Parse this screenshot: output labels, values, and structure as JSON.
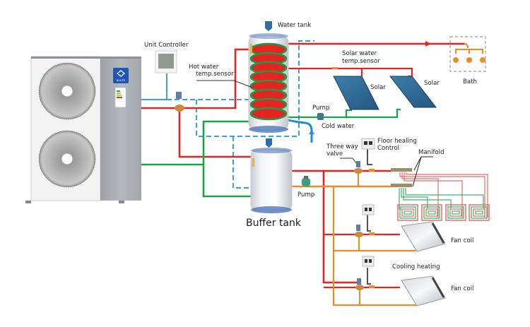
{
  "diagram": {
    "title": "Heat pump system with solar water heating, buffer tank, floor heating and fan coils",
    "colors": {
      "hot_supply": "#e52421",
      "return": "#16a34a",
      "cold_water": "#1c8be0",
      "control_signal": "#3aa0d8",
      "heating_return": "#f08a24",
      "floor_loop_hot": "#e56b6b",
      "floor_loop_cold": "#3ab56a",
      "solar_panel": "#2f6f99",
      "bath_fixture": "#f08a24"
    },
    "labels": {
      "unit_controller": "Unit Controller",
      "water_tank": "Water tank",
      "hot_water_sensor_1": "Hot water",
      "hot_water_sensor_2": "temp.sensor",
      "solar_sensor_1": "Solar water",
      "solar_sensor_2": "temp.sensor",
      "solar_1": "Solar",
      "solar_2": "Solar",
      "bath": "Bath",
      "pump_top": "Pump",
      "cold_water": "Cold water",
      "three_way_1": "Three way",
      "three_way_2": "valve",
      "floor_control_1": "Floor healing",
      "floor_control_2": "Control",
      "manifold": "Manifold",
      "buffer_tank": "Buffer tank",
      "pump_bottom": "Pump",
      "fan_coil_1": "Fan coil",
      "cooling_heating": "Cooling heating",
      "fan_coil_2": "Fan coil"
    },
    "unit": {
      "brand": "NULITE"
    }
  }
}
